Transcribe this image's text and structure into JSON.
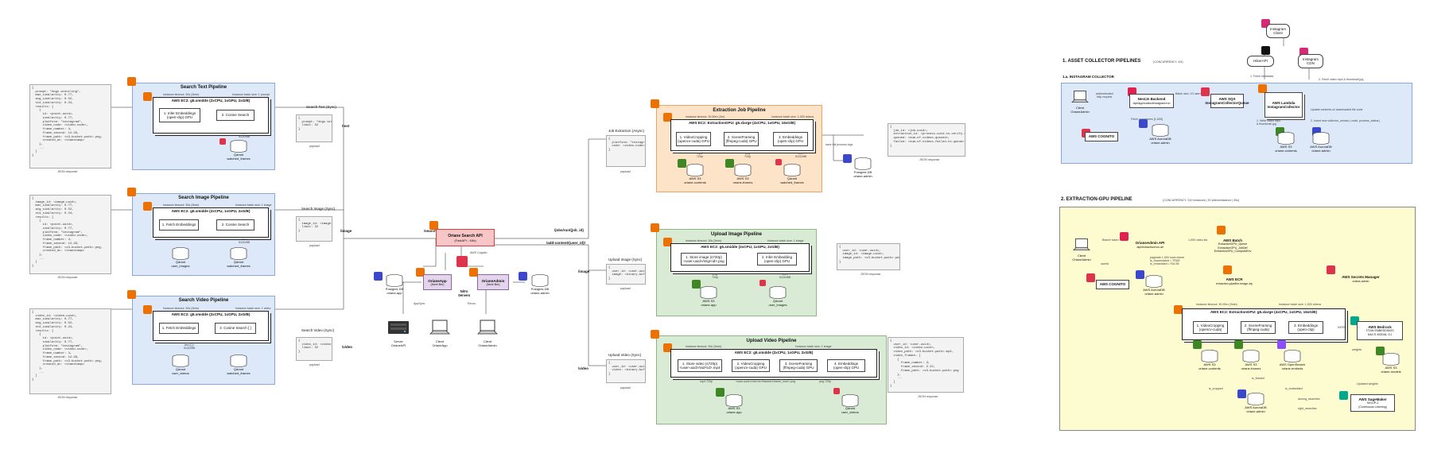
{
  "colors": {
    "blue_lane": "#dde8f8",
    "orange_lane": "#fde3c8",
    "green_lane": "#d9ebd4",
    "yellow_lane": "#fdfbd0",
    "api": "#f8c6c6",
    "pink": "#e4d4ec",
    "aws_orange": "#ed7100",
    "aws_red": "#dd344c",
    "aws_green": "#3f8624",
    "aws_purple": "#8c4fff",
    "aws_blue": "#3b48cc"
  },
  "search_text": {
    "title": "Search Text Pipeline",
    "timeout": "Instance timeout: 30s (3min)",
    "batch": "Instance batch size: 1 prompt",
    "ec2": "AWS EC2: g5.xmidde (2xCPU, 1xGPU, 2xG/B)",
    "step1": "1. Infer Embeddings\n(open-clip) GPU",
    "step2": "2. Cosine Search",
    "vec": "vec<\n512D/8B",
    "db": "Qdrant\nwatched_frames",
    "request": "{\n  prompt: \"dogs wrestling\",\n  limit: 32\n}",
    "req_label": "Search Text (Sync)",
    "payload": "payload",
    "edge": "/text",
    "response": "{\n  prompt: \"dogs wrestling\",\n  max_similarity: 0.77,\n  avg_similarity: 0.52,\n  std_similarity: 0.24,\n  results: [\n    {\n      id: <point-uuid>,\n      similarity: 0.77,\n      platform: \"instagram\",\n      video_code: <video-code>,\n      frame_number: 4,\n      frame_second: 14.28,\n      frame_path: <s3-bucket-path>.png,\n      created_at: <timestamp>\n    },\n    ...\n  ]\n}",
    "resp_cap": "JSON response"
  },
  "search_image": {
    "title": "Search Image Pipeline",
    "timeout": "Instance timeout: 30s (3min)",
    "batch": "Instance batch size: 1 image",
    "ec2": "AWS EC2: g5.xmidde (2xCPU, 1xGPU, 2xG/B)",
    "step1": "1. Fetch Embeddings",
    "step2": "2. Cosine Search",
    "vec": "vec<\n512D/8B",
    "db1": "Qdrant\nuser_images",
    "db2": "Qdrant\nwatched_frames",
    "request": "{\n  image_id: <image-uuid>,\n  limit: 32\n}",
    "req_label": "Search Image (Sync)",
    "payload": "payload",
    "edge": "/image",
    "response": "{\n  image_id: <image-uuid>,\n  max_similarity: 0.77,\n  avg_similarity: 0.52,\n  std_similarity: 0.24,\n  results: [\n    {\n      id: <point-uuid>,\n      similarity: 0.77,\n      platform: \"instagram\",\n      video_code: <video-code>,\n      frame_number: 4,\n      frame_second: 14.28,\n      frame_path: <s3-bucket-path>.png,\n      created_at: <timestamp>\n    },\n    ...\n  ]\n}",
    "resp_cap": "JSON response"
  },
  "search_video": {
    "title": "Search Video Pipeline",
    "timeout": "Instance timeout: 30s (3min)",
    "batch": "Instance batch size: 1 video",
    "ec2": "AWS EC2: g5.xmidde (2xCPU, 1xGPU, 2xG/B)",
    "step1": "1. Fetch Embeddings",
    "step2": "2. Cosine Search [ ]",
    "vec": "vec<[ ]>\n512D/8B",
    "db1": "Qdrant\nuser_videos",
    "db2": "Qdrant\nwatched_frames",
    "request": "{\n  video_id: <video-uuid>,\n  limit: 32\n}",
    "req_label": "Search Video (Sync)",
    "payload": "payload",
    "edge": "/video",
    "response": "{\n  video_id: <video-uuid>,\n  max_similarity: 0.77,\n  avg_similarity: 0.52,\n  std_similarity: 0.24,\n  results: [\n    {\n      id: <point-uuid>,\n      similarity: 0.77,\n      platform: \"instagram\",\n      video_code: <video-code>,\n      frame_number: 4,\n      frame_second: 14.28,\n      frame_path: <s3-bucket-path>.png,\n      created_at: <timestamp>\n    },\n    ...\n  ]\n}",
    "resp_cap": "JSON response"
  },
  "center": {
    "api_title": "Oriane Search API",
    "api_sub": "(FastAPI - K8s)",
    "search_edge": "/search/",
    "jobs_edge": "/jobs/run/{job_id}",
    "add_edge": "/add-content/{user_id}/",
    "app_title": "OrianeApp",
    "app_sub": "(Next Bm)",
    "admin_title": "OrianeAdmin",
    "admin_sub": "(Next Bm)",
    "cognito": "AWS Cognito",
    "nitro": "Nitro\nServers",
    "pg1": "Postgres DB\noriane-app",
    "pg2": "Postgres DB\noriane-admin",
    "server": "Server\nOrianeAPI",
    "client1": "Client\nOrianeApp",
    "client2": "Client\nOrianeAdmin",
    "app_sync": "AppSync",
    "rerun": "Rerun"
  },
  "extraction": {
    "title": "Extraction Job Pipeline",
    "timeout": "Instance timeout: 30-60m (3m)",
    "batch": "Instance batch size: 1,000 videos",
    "ec2": "AWS EC2: ExtractionGPU: g5.xlarge (4xCPU, 1xGPU, 16xG/B)",
    "step1": "1. VideoCropping\n(opencv-cuda) GPU",
    "step2": "2. SceneFraming\n(ffmpeg-cuda) GPU",
    "step3": "3. Embeddings\n(open-clip) GPU",
    "db1": "AWS S3\noriane-contents",
    "db2": "AWS S3\noriane-frames",
    "db3": "Qdrant\nwatched_frames",
    "pg": "Postgres DB\noriane-admin",
    "req_label": "Job Extraction (Async)",
    "request": "{\n  platform: \"instagram\",\n  code: <video-code>\n}",
    "payload": "payload",
    "status": "save full process logs",
    "response": "{\n  job_id: <job-uuid>,\n  extraction_id: <process-uuid-to-verify-state>,\n  queued: <num-of-videos-queued>,\n  failed: <num-of-videos-failed-to-queue>\n}",
    "resp_cap": "JSON response",
    "mp4": "mp4\n720p",
    "png": "png\n720p",
    "vec": "vec<\n512D/8B"
  },
  "upload_image": {
    "title": "Upload Image Pipeline",
    "timeout": "Instance timeout: 30s (3min)",
    "batch": "Instance batch size: 1 image",
    "ec2": "AWS EC2: g5.xmidde (2xCPU, 1xGPU, 2xG/B)",
    "step1": "1. Store image (s720p)\n<user-uuid>/img/<id>.png",
    "step2": "2. Infer Embedding\n(open-clip) GPU",
    "db1": "AWS S3\noriane-app",
    "db2": "Qdrant\nuser_images",
    "req_label": "Upload Image (Sync)",
    "request": "{\n  user_id: <user-uuid>,\n  image: <binary-buffer>\n}",
    "payload": "payload",
    "edge": "/image",
    "response": "{\n  user_id: <user-uuid>,\n  image_id: <image-uuid>,\n  image_path: <s3-bucket-path>.png\n}",
    "resp_cap": "JSON response",
    "png": "png\n720p",
    "vec": "vec<\n512D/8B"
  },
  "upload_video": {
    "title": "Upload Video Pipeline",
    "timeout": "Instance timeout: 30s (3min)",
    "batch": "Instance batch size: 1 image",
    "ec2": "AWS EC2: g5.xmidde (2xCPU, 1xGPU, 2xG/B)",
    "step1": "1. Store video (s720p)\n<user-uuid>/vid/<id>.mp4",
    "step2": "2. VideoCropping\n(opencv-cuda) GPU",
    "step3": "3. SceneFraming\n(ffmpeg-cuda) GPU",
    "step4": "4. Embeddings\n(open-clip) GPU",
    "db1": "AWS S3\noriane-app",
    "db2": "Qdrant\nuser_videos",
    "req_label": "Upload Video (Sync)",
    "request": "{\n  user_id: <user-uuid>,\n  video: <binary-buffer>\n}",
    "payload": "payload",
    "edge": "/video",
    "frames_note": "<user-uuid>/vid/<id>/frames/<frame_num>.png",
    "mp4": "mp4 720p",
    "png": "png 720p",
    "response": "{\n  user_id: <user-uuid>,\n  video_id: <video-uuid>,\n  video_path: <s3-bucket-path>.mp4,\n  video_frames: [\n    {\n      frame_number: 3,\n      frame_second: 2.22,\n      frame_path: <s3-bucket-path>.png\n    },\n    ...\n  ]\n}",
    "resp_cap": "JSON response"
  },
  "asset": {
    "section": "1. ASSET COLLECTOR PIPELINES",
    "concurrency": "(CONCURRENCY: 4/4)",
    "sub": "1.a. INSTAGRAM COLLECTOR",
    "ig_client": "Instagram\nClient",
    "hiker": "HikerAPI",
    "ig_cdn": "Instagram\nCDN",
    "fetch1": "1. Fetch metadata",
    "fetch2": "2. Fetch video mp4 & thumbnail jpg",
    "client": "Client\nOrianeAdmin",
    "auth": "authenticated\nhttp request",
    "nest": "NestJs Backend",
    "nest_sub": "/api/application/instagram/run",
    "batch_note": "Batch size: 10 usernames",
    "sqs": "AWS SQS\nInstagramCollectorQueue",
    "lambda": "AWS Lambda\nInstagramCollector",
    "cognito": "AWS COGNITO",
    "aurora": "AWS AuroraDB\noriane-admin",
    "fetch_users": "Fetch usernames [1-500]",
    "s3": "AWS S3\noriane-contents",
    "aurora2": "AWS AuroraDB\noriane-admin",
    "update_note": "Update contents w/ downloaded file code",
    "upload_note": "1. Write video mp4\n& thumbnail jpg",
    "insert_note": "2. Insert new collector_version | code, process_status |"
  },
  "extraction_gpu": {
    "section": "2. EXTRACTION-GPU PIPELINE",
    "concurrency": "(CONCURRENCY: 310 instances | 20 videos/instance | 30s)",
    "client": "Client\nOrianeAdmin",
    "bearer": "Bearer token",
    "api": "OrianeAdmin API",
    "api_sub": "/api/extraction/run-all",
    "batch_note": "1,000 video ids",
    "cognito": "AWS COGNITO",
    "aurora": "AWS AuroraDB\noriane-admin",
    "query": "paginate 1,000 rows where\nis_downloaded = TRUE\nis_embedded = FALSE",
    "userid": "userId",
    "batch": "AWS Batch",
    "batch_sub": "ExtractionGPU_Queue\nExtractionGPU_JobDef\nExtractionGPU_ComputeEnv",
    "ecr": "AWS ECR",
    "ecr_sub": "extraction-pipeline-image-zip",
    "secrets": "AWS Secrets Manager",
    "secrets_sub": "oriane-admin",
    "timeout": "Instance timeout: 30-90m (3min)",
    "isize": "Instance batch size: 1,000 videos",
    "ec2": "AWS EC2: ExtractionGPU: g5.xlarge (4xCPU, 1xGPU, 16xG/B)",
    "step1": "1. VideoCropping\n(opencv-cuda)",
    "step2": "2. SceneFraming\n(ffmpeg-cuda)",
    "step3": "3. Embeddings\n(open-clip)",
    "s3a": "AWS S3\noriane-contents",
    "s3b": "AWS S3\noriane-frames",
    "opensearch": "AWS OpenSearch\noriane-embeds",
    "bedrock": "AWS Bedrock",
    "bedrock_sub": "TITAN EMBEDDINGS\nMULTI-MODAL G1",
    "s3m": "AWS S3\noriane-models",
    "aurora2": "AWS AuroraDB\noriane-admin",
    "sagemaker": "AWS SageMaker",
    "sagemaker_sub": "SIGLIP-2\n(Continuous Learning)",
    "is_cropped": "is_cropped",
    "is_framed": "is_framed",
    "is_embedded": "is_embedded",
    "among": "among_searches",
    "right": "right_searches",
    "weights": "Updated weights",
    "infer": "INFER",
    "weights2": "weights"
  }
}
